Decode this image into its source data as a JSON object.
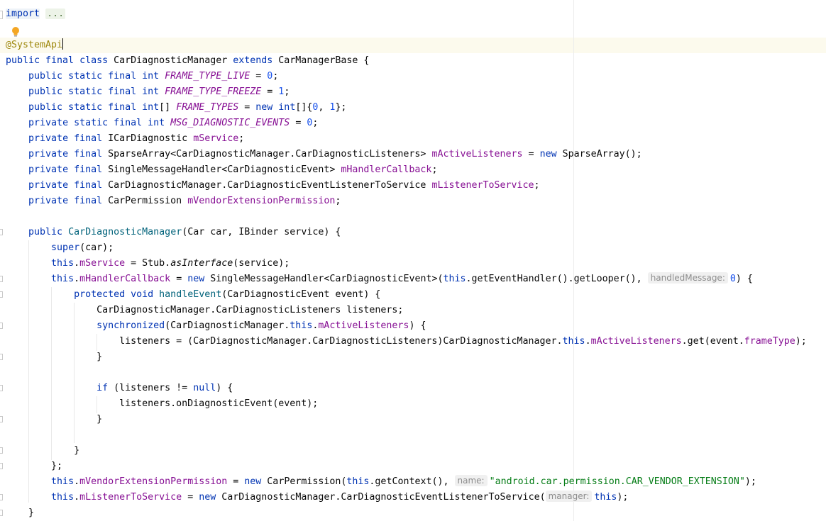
{
  "editor": {
    "language": "java",
    "hints": {
      "handled_message": "handledMessage:",
      "name": "name:",
      "manager": "manager:"
    },
    "strings": {
      "permission": "\"android.car.permission.CAR_VENDOR_EXTENSION\""
    },
    "icons": {
      "intention": "lightbulb-icon",
      "fold": "fold-marker-icon"
    },
    "colors": {
      "keyword": "#0033b3",
      "annotation": "#9e880d",
      "constant": "#871094",
      "number": "#1750eb",
      "string": "#067d17",
      "method": "#00627a",
      "current_line": "#fcfaed"
    }
  }
}
